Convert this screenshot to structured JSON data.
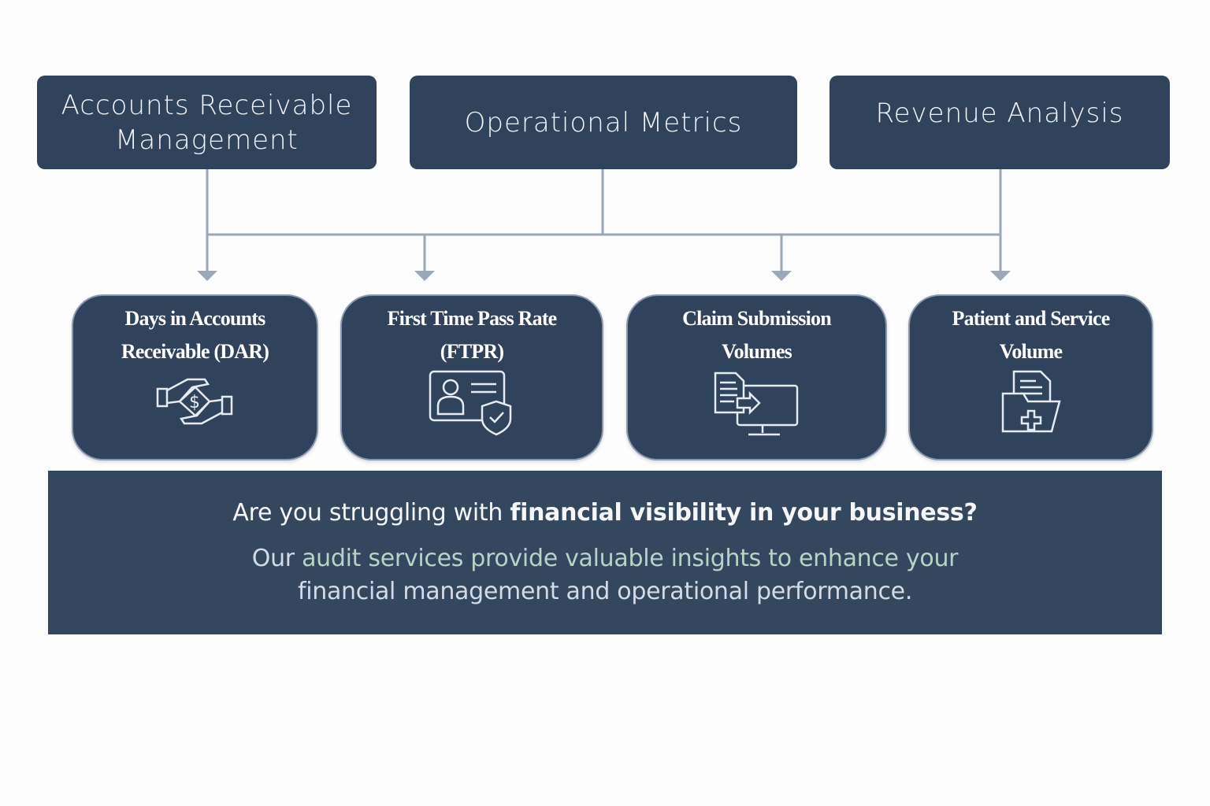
{
  "categories": [
    {
      "lines": [
        "Accounts Receivable",
        "Management"
      ]
    },
    {
      "lines": [
        "Operational Metrics"
      ]
    },
    {
      "lines": [
        "Revenue Analysis"
      ]
    }
  ],
  "metrics": [
    {
      "lines": [
        "Days in Accounts",
        "Receivable (DAR)"
      ],
      "icon": "hand-dollar-icon"
    },
    {
      "lines": [
        "First Time Pass Rate",
        "(FTPR)"
      ],
      "icon": "id-card-shield-icon"
    },
    {
      "lines": [
        "Claim Submission",
        "Volumes"
      ],
      "icon": "document-monitor-icon"
    },
    {
      "lines": [
        "Patient and Service",
        "Volume"
      ],
      "icon": "medical-folder-icon"
    }
  ],
  "banner": {
    "question_plain": "Are you struggling with ",
    "question_bold": "financial visibility in your business?",
    "answer_prefix": "Our ",
    "answer_highlight": "audit services provide valuable insights to enhance your",
    "answer_rest": "financial management and operational performance."
  },
  "colors": {
    "box": "#2f435c",
    "connector": "#9aa8b8",
    "highlight": "#b7d3c6"
  }
}
